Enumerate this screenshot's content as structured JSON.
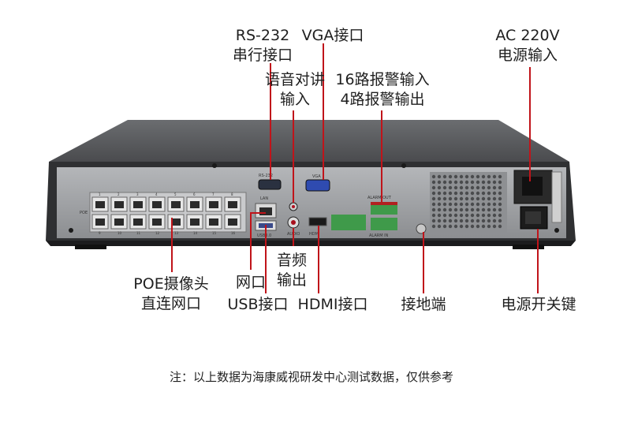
{
  "labels": {
    "rs232": {
      "line1": "RS-232",
      "line2": "串行接口"
    },
    "vga": {
      "line1": "VGA接口"
    },
    "ac": {
      "line1": "AC 220V",
      "line2": "电源输入"
    },
    "intercom": {
      "line1": "语音对讲",
      "line2": "输入"
    },
    "alarm": {
      "line1": "16路报警输入",
      "line2": "4路报警输出"
    },
    "poe": {
      "line1": "POE摄像头",
      "line2": "直连网口"
    },
    "lan": {
      "line1": "网口"
    },
    "audio_out": {
      "line1": "音频",
      "line2": "输出"
    },
    "usb": {
      "line1": "USB接口"
    },
    "hdmi": {
      "line1": "HDMI接口"
    },
    "ground": {
      "line1": "接地端"
    },
    "power_switch": {
      "line1": "电源开关键"
    }
  },
  "device_print": {
    "poe": "POE",
    "lan": "LAN",
    "usb": "USB3.0",
    "rs232": "RS-232",
    "vga": "VGA",
    "audio": "AUDIO",
    "hdmi": "HDMI",
    "alarm_in": "ALARM IN",
    "alarm_out": "ALARM OUT",
    "port_top": [
      "1",
      "2",
      "3",
      "4",
      "5",
      "6",
      "7",
      "8"
    ],
    "port_bottom": [
      "9",
      "10",
      "11",
      "12",
      "13",
      "14",
      "15",
      "16"
    ]
  },
  "footnote": "注：以上数据为海康威视研发中心测试数据，仅供参考",
  "colors": {
    "leader": "#c0141a",
    "chassis": "#3a3a3c",
    "panel": "#9a9c9f"
  }
}
